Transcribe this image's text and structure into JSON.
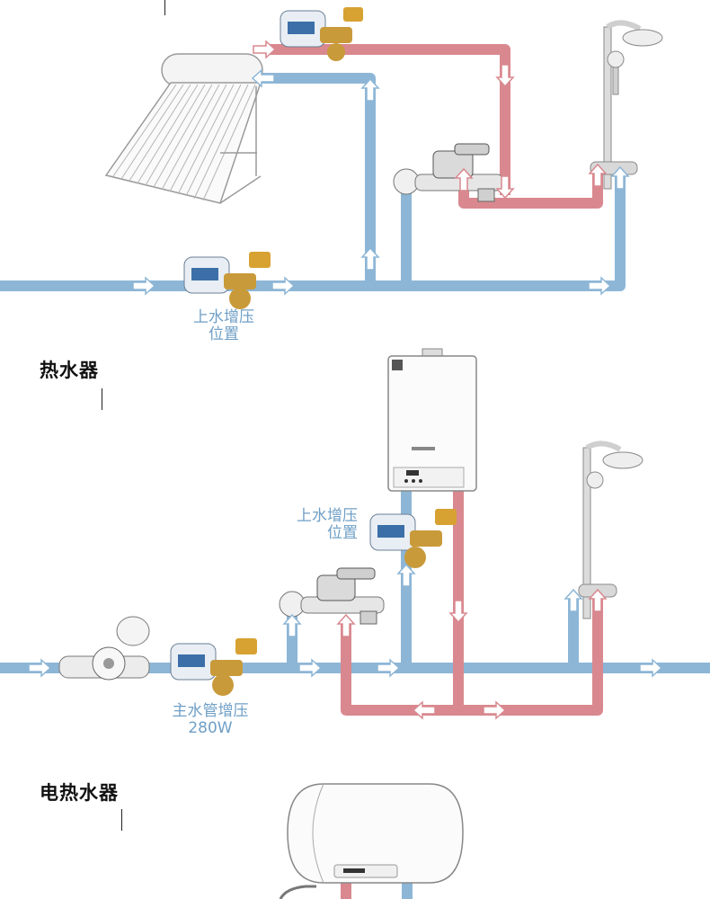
{
  "colors": {
    "cold_pipe": "#8db6d6",
    "hot_pipe": "#d9888f",
    "label_text": "#6f9fc6",
    "pump_brass": "#c99a3a",
    "pump_body": "#3c6fa8",
    "appliance_outline": "#9a9a9a"
  },
  "icons": {
    "solar": "solar-water-heater-icon",
    "pump": "booster-pump-icon",
    "faucet": "wall-faucet-icon",
    "shower": "shower-column-icon",
    "gas_heater": "gas-water-heater-icon",
    "electric_heater": "electric-water-heater-icon",
    "meter": "water-meter-icon",
    "arrow": "flow-arrow-icon"
  },
  "sections": {
    "gas_heater_title": "热水器",
    "electric_heater_title": "电热水器"
  },
  "labels": {
    "solar_pump_line1": "上水增压",
    "solar_pump_line2": "位置",
    "gas_pump_line1": "上水增压",
    "gas_pump_line2": "位置",
    "main_pump_line1": "主水管增压",
    "main_pump_line2": "280W"
  }
}
